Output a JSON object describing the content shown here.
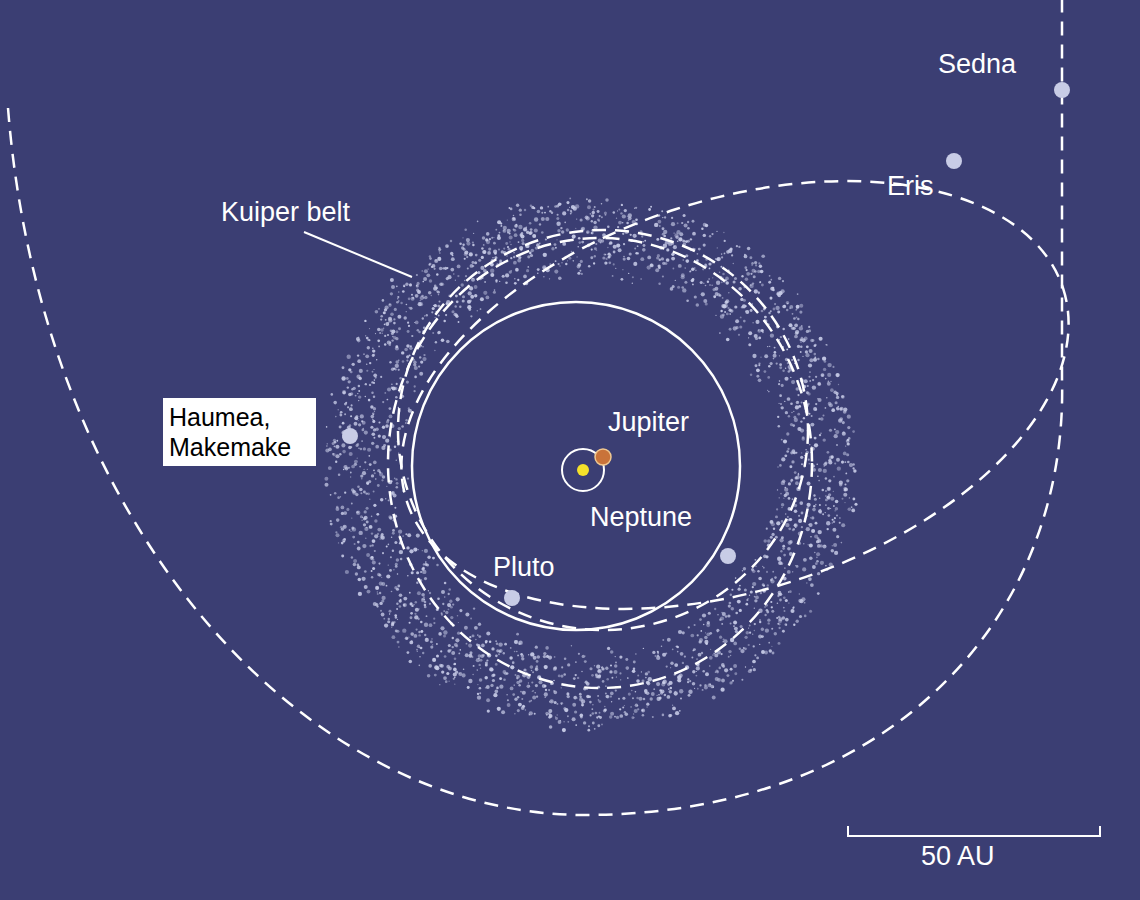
{
  "diagram": {
    "nodes": [
      {
        "text": [
          "Haumea, Makemake"
        ]
      }
    ],
    "labels": [
      "Sedna",
      "Eris",
      "Kuiper belt",
      "Jupiter",
      "Neptune",
      "Pluto",
      "50 AU"
    ]
  }
}
